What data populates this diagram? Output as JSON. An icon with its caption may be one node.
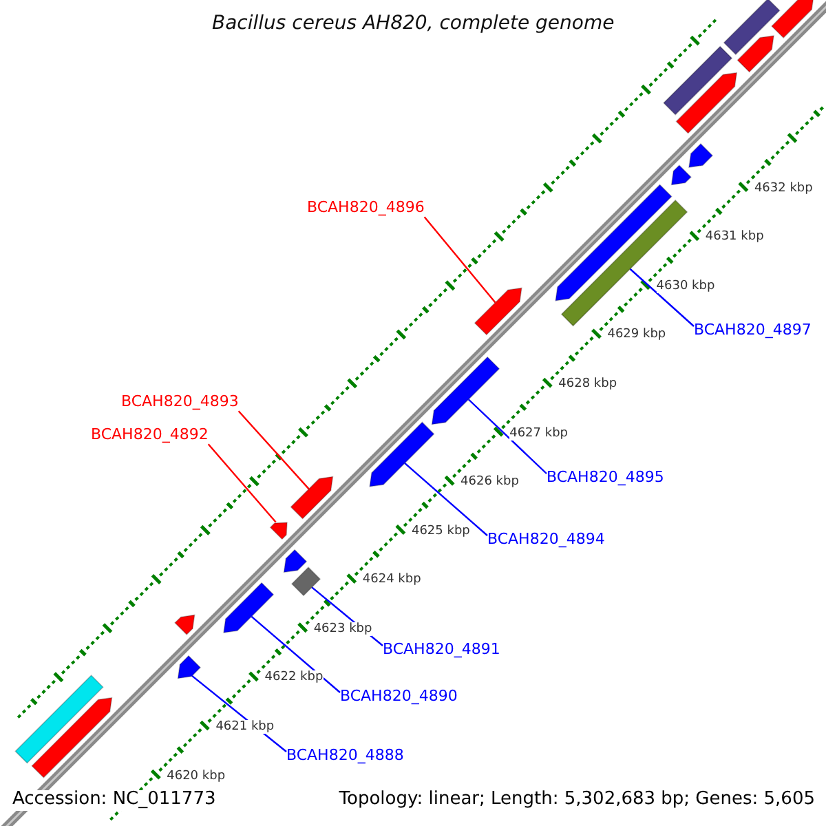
{
  "diagram": {
    "title": "Bacillus cereus AH820, complete genome",
    "nodes": [
      {
        "text": [
          "BCAH820_4896"
        ]
      },
      {
        "text": [],
        "shape": "arrow"
      },
      {
        "text": [
          "BCAH820_4897"
        ]
      },
      {
        "text": [],
        "shape": "bar"
      },
      {
        "text": [
          "BCAH820_4893"
        ]
      },
      {
        "text": [],
        "shape": "arrow"
      },
      {
        "text": [
          "BCAH820_4892"
        ]
      },
      {
        "text": [],
        "shape": "arrow"
      },
      {
        "text": [
          "BCAH820_4895"
        ]
      },
      {
        "text": [],
        "shape": "arrow"
      },
      {
        "text": [
          "BCAH820_4894"
        ]
      },
      {
        "text": [],
        "shape": "arrow"
      },
      {
        "text": [
          "BCAH820_4891"
        ]
      },
      {
        "text": [],
        "shape": "bar"
      },
      {
        "text": [
          "BCAH820_4890"
        ]
      },
      {
        "text": [],
        "shape": "arrow"
      },
      {
        "text": [
          "BCAH820_4888"
        ]
      },
      {
        "text": [],
        "shape": "arrow"
      },
      {
        "text": [],
        "shape": "bar"
      },
      {
        "text": [],
        "shape": "arrow"
      },
      {
        "text": [],
        "shape": "arrow"
      },
      {
        "text": [],
        "shape": "bar"
      },
      {
        "text": [],
        "shape": "arrow"
      },
      {
        "text": [],
        "shape": "arrow"
      },
      {
        "text": [],
        "shape": "arrow"
      },
      {
        "text": [],
        "shape": "arrow"
      },
      {
        "text": [],
        "shape": "arrow"
      },
      {
        "text": [],
        "shape": "arrow"
      },
      {
        "text": [],
        "shape": "bar"
      },
      {
        "text": [],
        "shape": "arrow"
      }
    ],
    "edges": [
      {
        "from": 0,
        "to": 1,
        "arrow": "none",
        "color": "#ff0000"
      },
      {
        "from": 2,
        "to": 3,
        "arrow": "none"
      },
      {
        "from": 4,
        "to": 5,
        "arrow": "none",
        "color": "#ff0000"
      },
      {
        "from": 6,
        "to": 7,
        "arrow": "none",
        "color": "#ff0000"
      },
      {
        "from": 8,
        "to": 9,
        "arrow": "none"
      },
      {
        "from": 10,
        "to": 11,
        "arrow": "none"
      },
      {
        "from": 12,
        "to": 13,
        "arrow": "none"
      },
      {
        "from": 14,
        "to": 15,
        "arrow": "none"
      },
      {
        "from": 16,
        "to": 17,
        "arrow": "none"
      }
    ],
    "labels": [
      "4632 kbp",
      "4631 kbp",
      "4630 kbp",
      "4629 kbp",
      "4628 kbp",
      "4627 kbp",
      "4626 kbp",
      "4625 kbp",
      "4624 kbp",
      "4623 kbp",
      "4622 kbp",
      "4621 kbp",
      "4620 kbp",
      "Accession: NC_011773",
      "Topology: linear; Length: 5,302,683 bp; Genes: 5,605"
    ]
  }
}
